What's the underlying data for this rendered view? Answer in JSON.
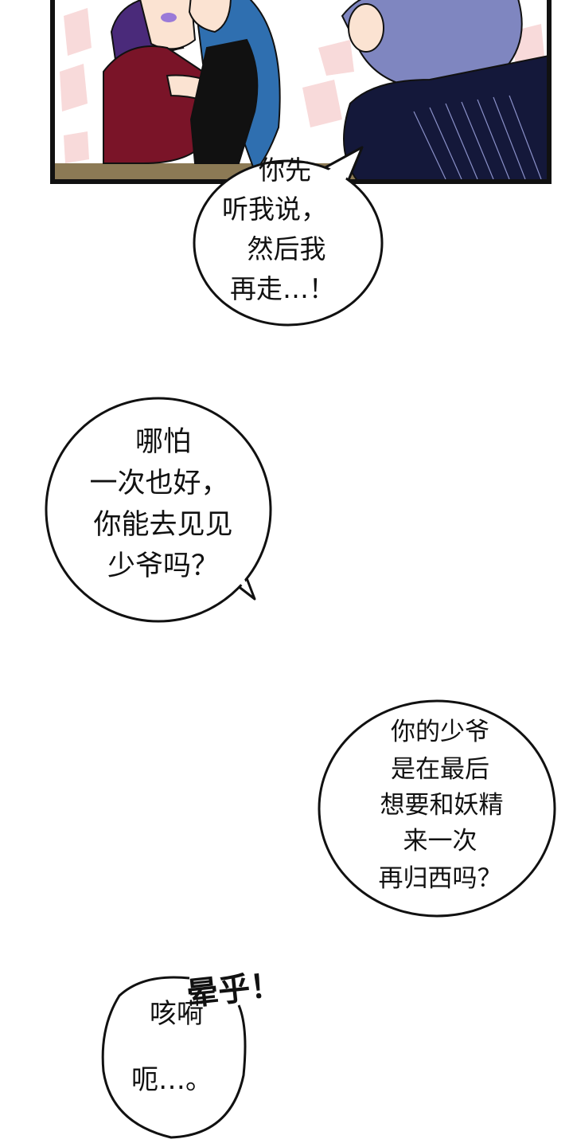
{
  "panel": {
    "description_colors": {
      "frame": "#111111",
      "floor": "#8c7a55",
      "red_coat": "#7a1428",
      "blue_hair": "#2f6fb0",
      "purple_hair": "#4a2a7a",
      "navy_suit": "#14183a",
      "grey_hair": "#7f86c0",
      "pink_patch": "#f8dada"
    }
  },
  "bubbles": [
    {
      "lines": [
        "你先",
        "听我说，",
        "然后我",
        "再走…！"
      ]
    },
    {
      "lines": [
        "哪怕",
        "一次也好，",
        "你能去见见",
        "少爷吗？"
      ]
    },
    {
      "lines": [
        "你的少爷",
        "是在最后",
        "想要和妖精",
        "来一次",
        "再归西吗？"
      ]
    },
    {
      "lines": [
        "咳嗬",
        "呃…。"
      ]
    }
  ],
  "sfx": {
    "text": "晕乎！"
  }
}
